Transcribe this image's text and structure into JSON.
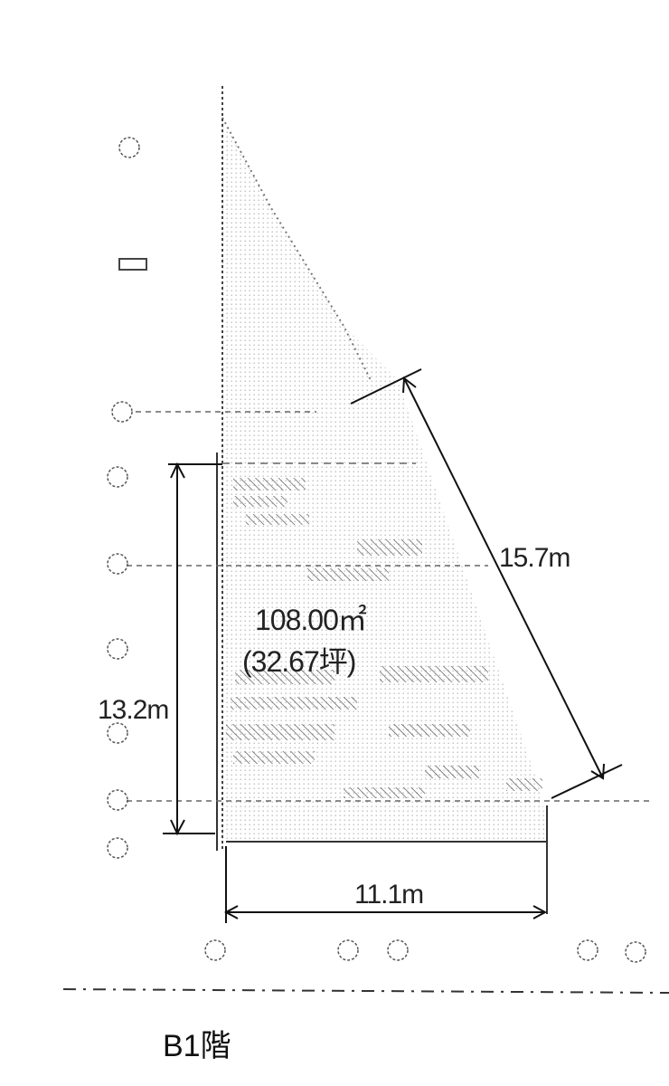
{
  "plan": {
    "floor_label": "B1階",
    "area_m2": "108.00㎡",
    "area_tsubo": "(32.67坪)",
    "dimensions": {
      "right_edge": "15.7m",
      "left_edge": "13.2m",
      "bottom_edge": "11.1m"
    }
  }
}
